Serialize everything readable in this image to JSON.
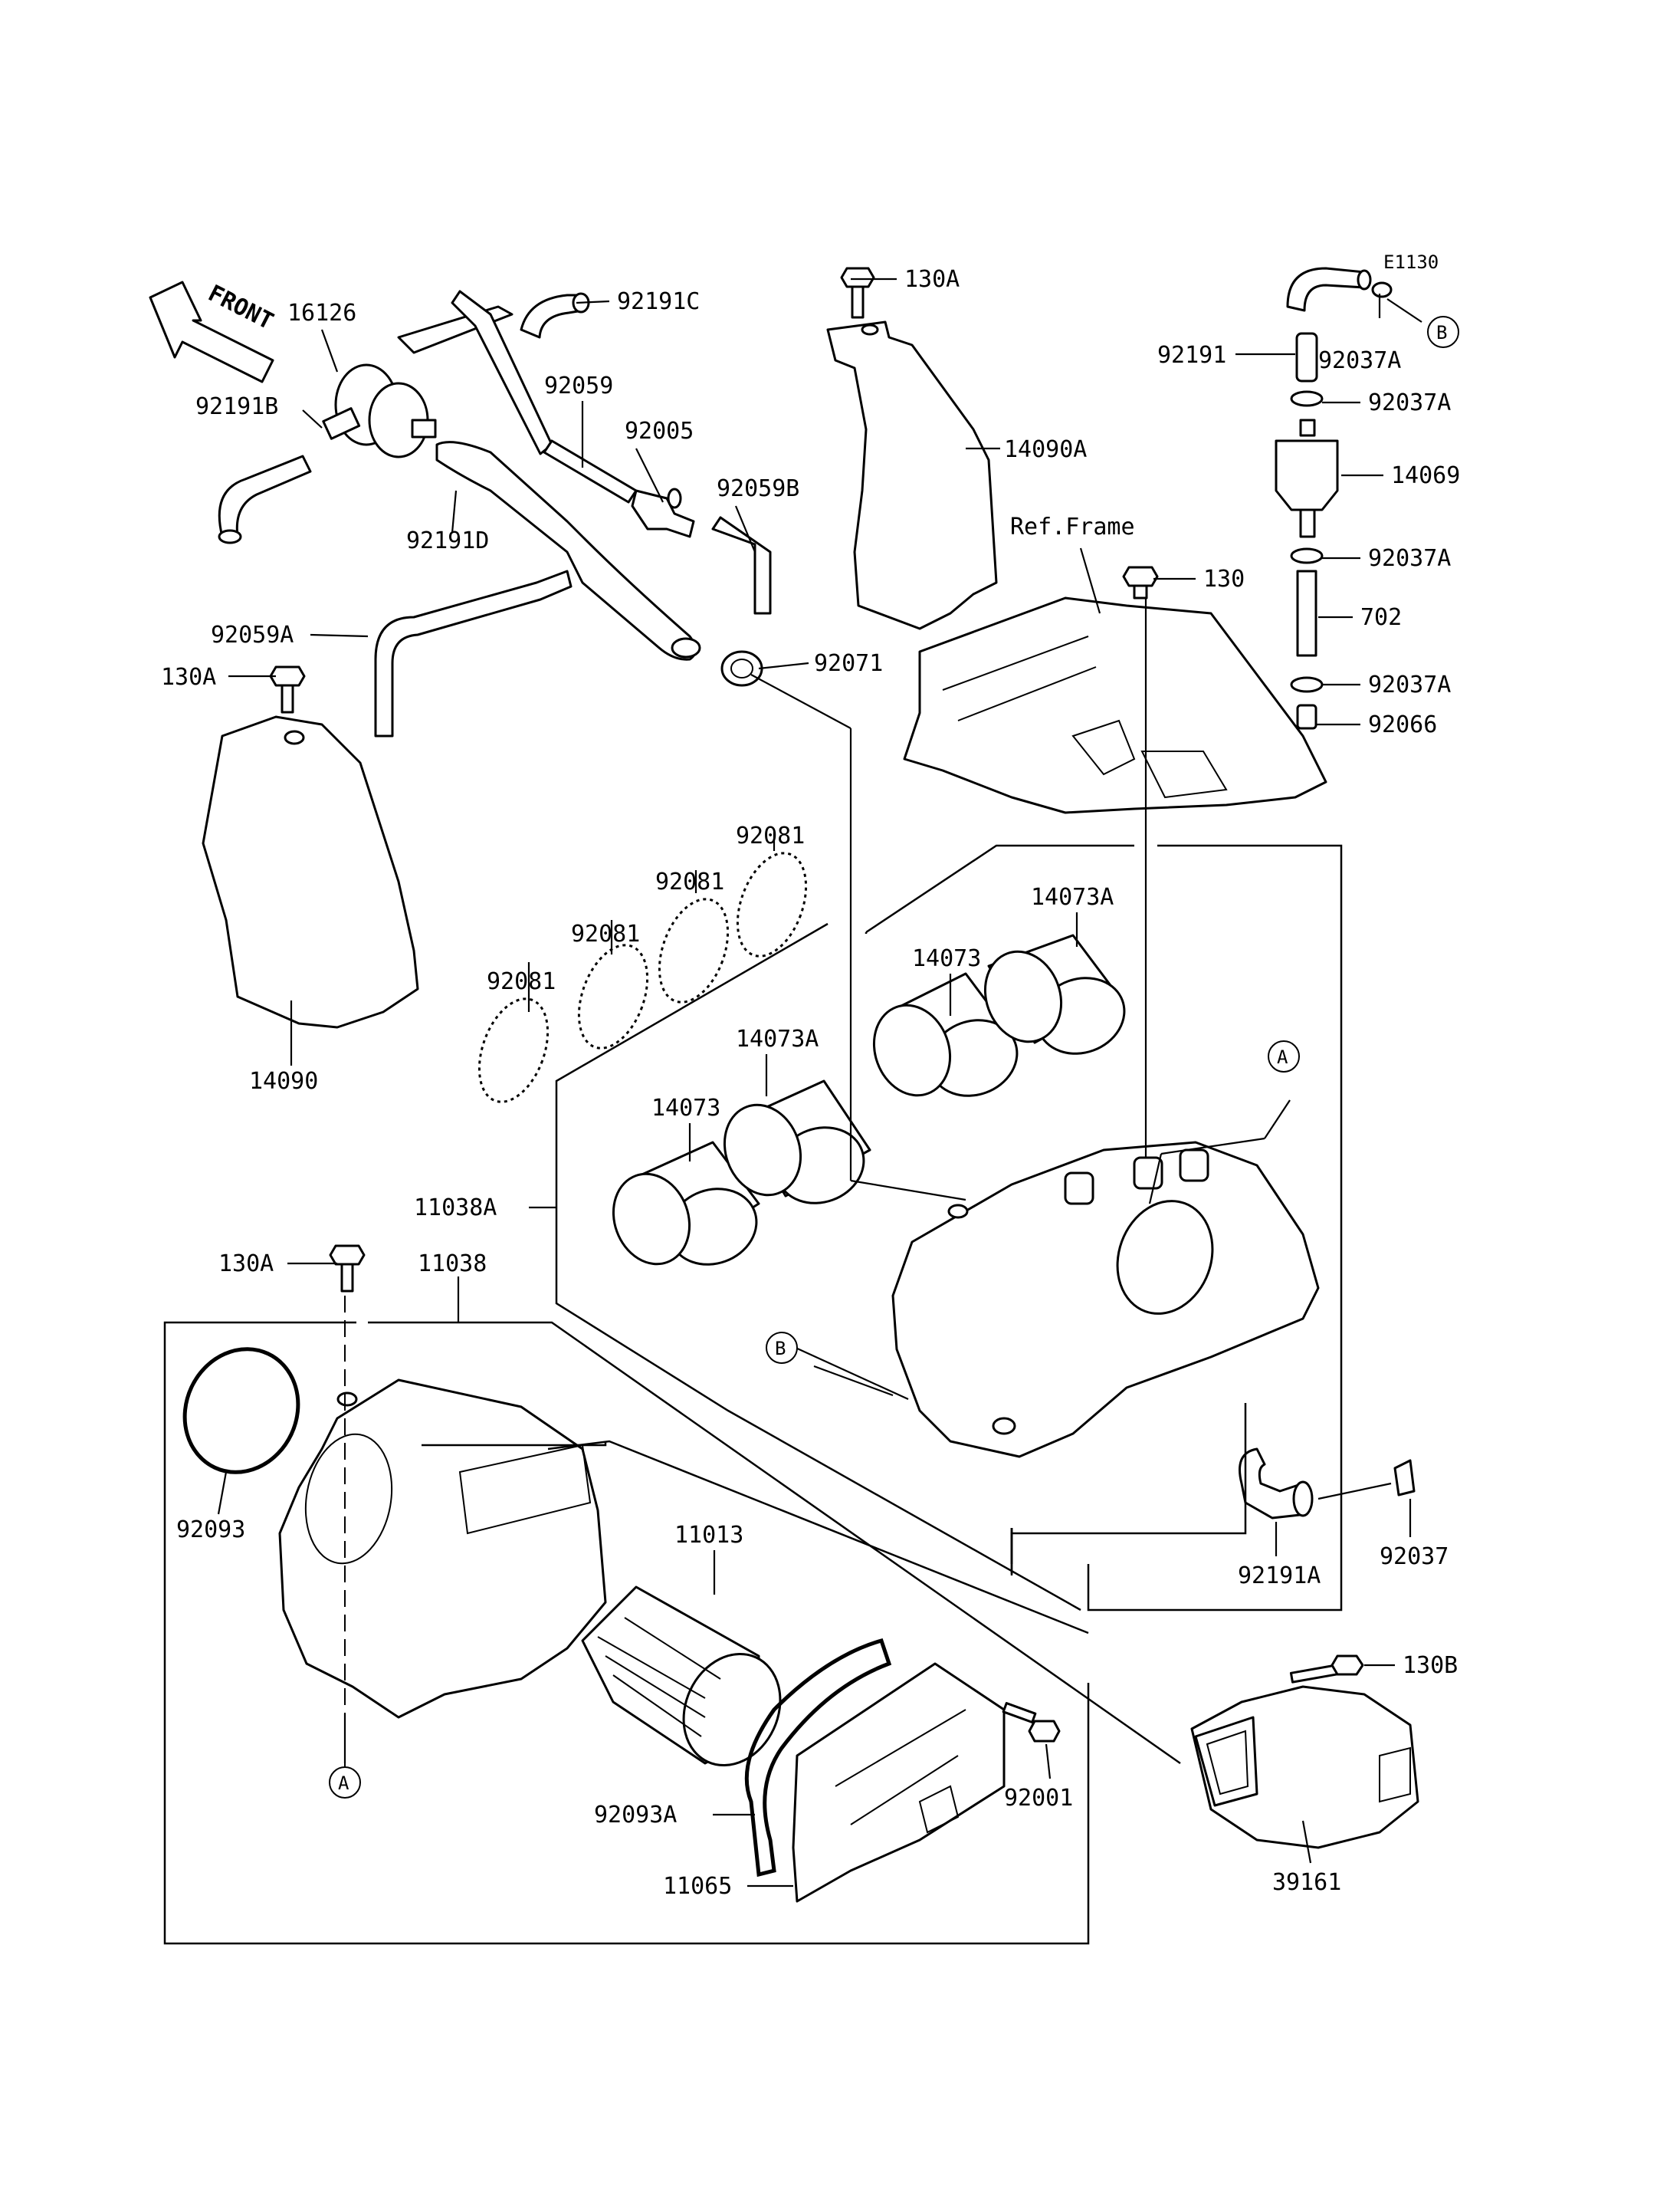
{
  "diagram_code": "E1130",
  "front_arrow": "FRONT",
  "ref_frame": "Ref.Frame",
  "markers": {
    "a": "A",
    "b": "B"
  },
  "labels": {
    "p16126": "16126",
    "p92191c": "92191C",
    "p92191b": "92191B",
    "p92059": "92059",
    "p92005": "92005",
    "p92059b": "92059B",
    "p92191d": "92191D",
    "p92059a": "92059A",
    "p130a_top": "130A",
    "p14090a": "14090A",
    "p130a_left": "130A",
    "p92071": "92071",
    "p130": "130",
    "p92191": "92191",
    "p92037a_1": "92037A",
    "p92037a_2": "92037A",
    "p14069": "14069",
    "p92037a_3": "92037A",
    "p702": "702",
    "p92037a_4": "92037A",
    "p92066": "92066",
    "p14090": "14090",
    "p92081_1": "92081",
    "p92081_2": "92081",
    "p92081_3": "92081",
    "p92081_4": "92081",
    "p14073a_1": "14073A",
    "p14073_1": "14073",
    "p14073a_2": "14073A",
    "p14073_2": "14073",
    "p11038a": "11038A",
    "p130a_mid": "130A",
    "p11038": "11038",
    "p92093": "92093",
    "p11013": "11013",
    "p92191a": "92191A",
    "p92037": "92037",
    "p130b": "130B",
    "p92001": "92001",
    "p92093a": "92093A",
    "p11065": "11065",
    "p39161": "39161"
  }
}
